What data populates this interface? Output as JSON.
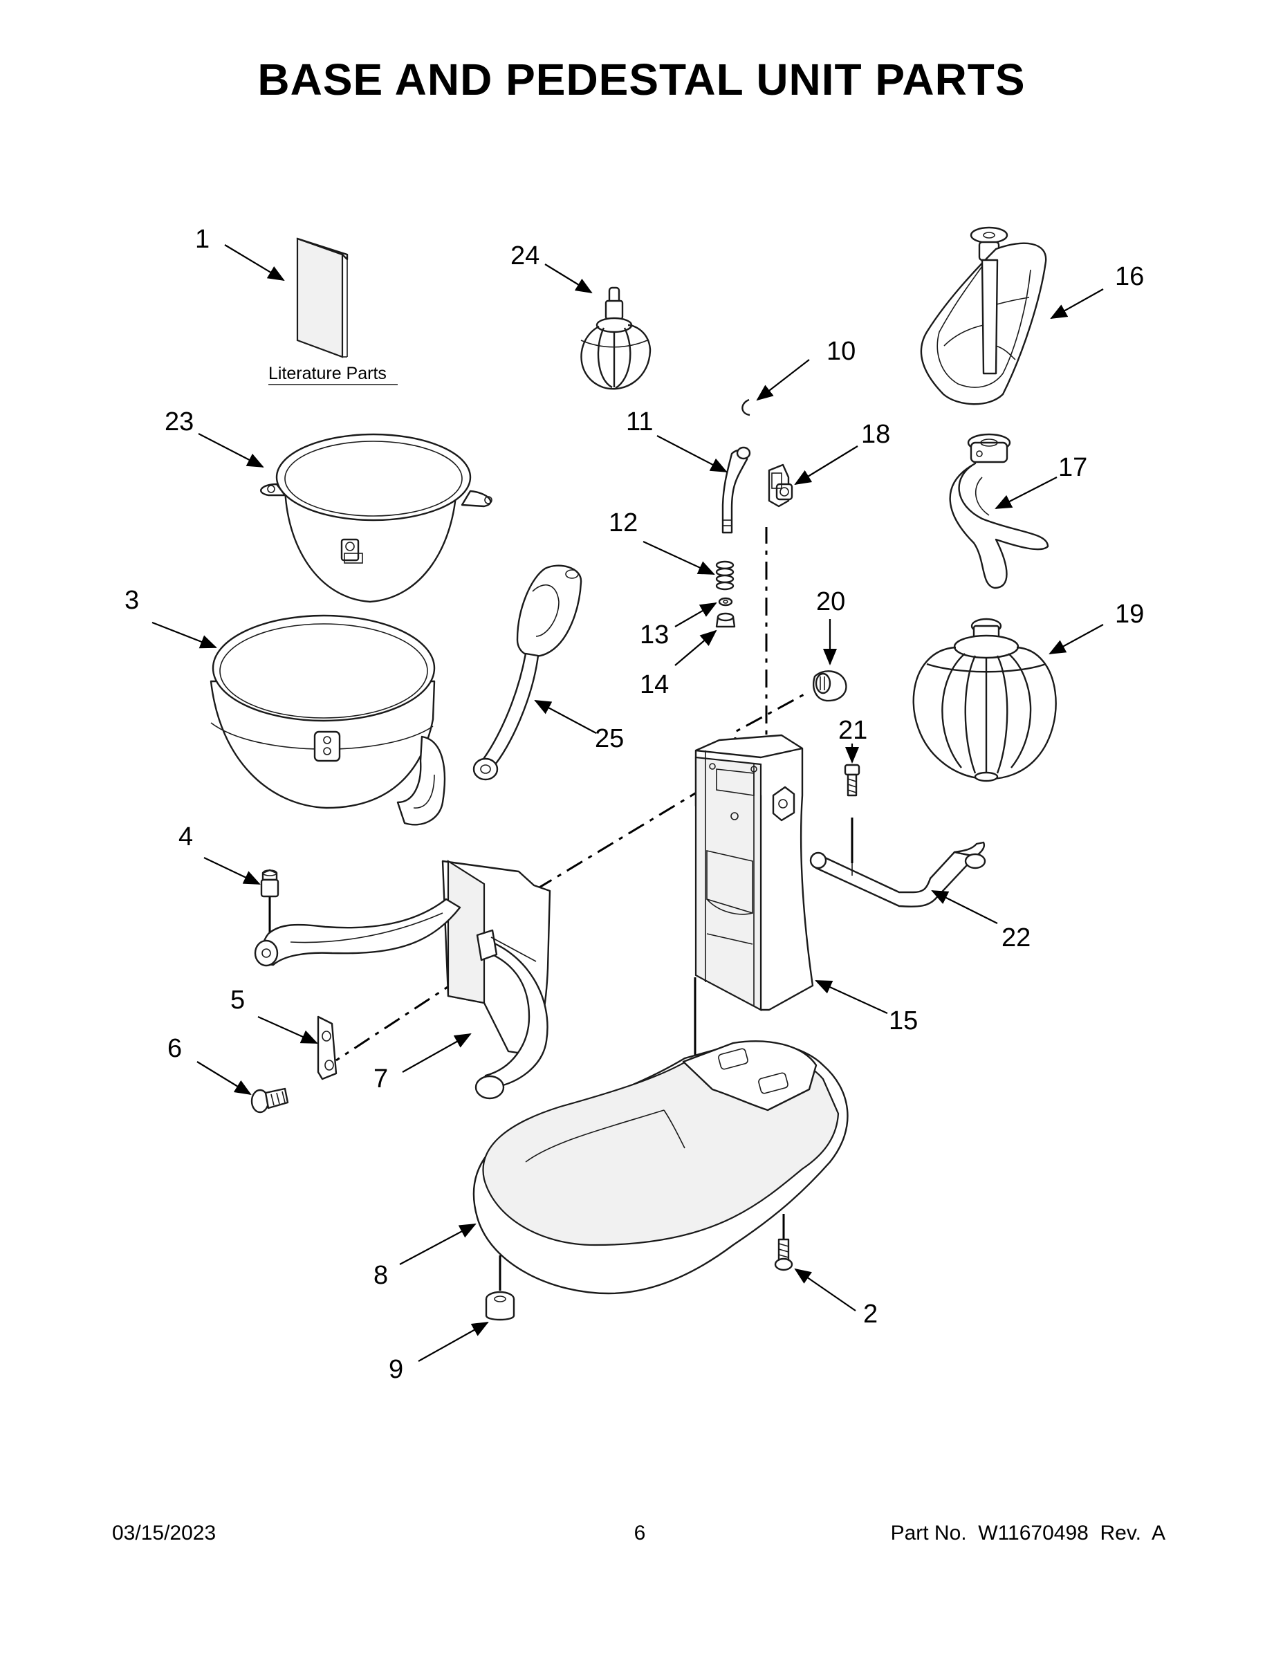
{
  "title": "BASE AND PEDESTAL UNIT PARTS",
  "literature_label": "Literature Parts",
  "callouts": [
    "1",
    "2",
    "3",
    "4",
    "5",
    "6",
    "7",
    "8",
    "9",
    "10",
    "11",
    "12",
    "13",
    "14",
    "15",
    "16",
    "17",
    "18",
    "19",
    "20",
    "21",
    "22",
    "23",
    "24",
    "25"
  ],
  "footer": {
    "date": "03/15/2023",
    "page": "6",
    "part": "Part No.  W11670498  Rev.  A"
  },
  "colors": {
    "ink": "#000000",
    "paper": "#ffffff"
  }
}
